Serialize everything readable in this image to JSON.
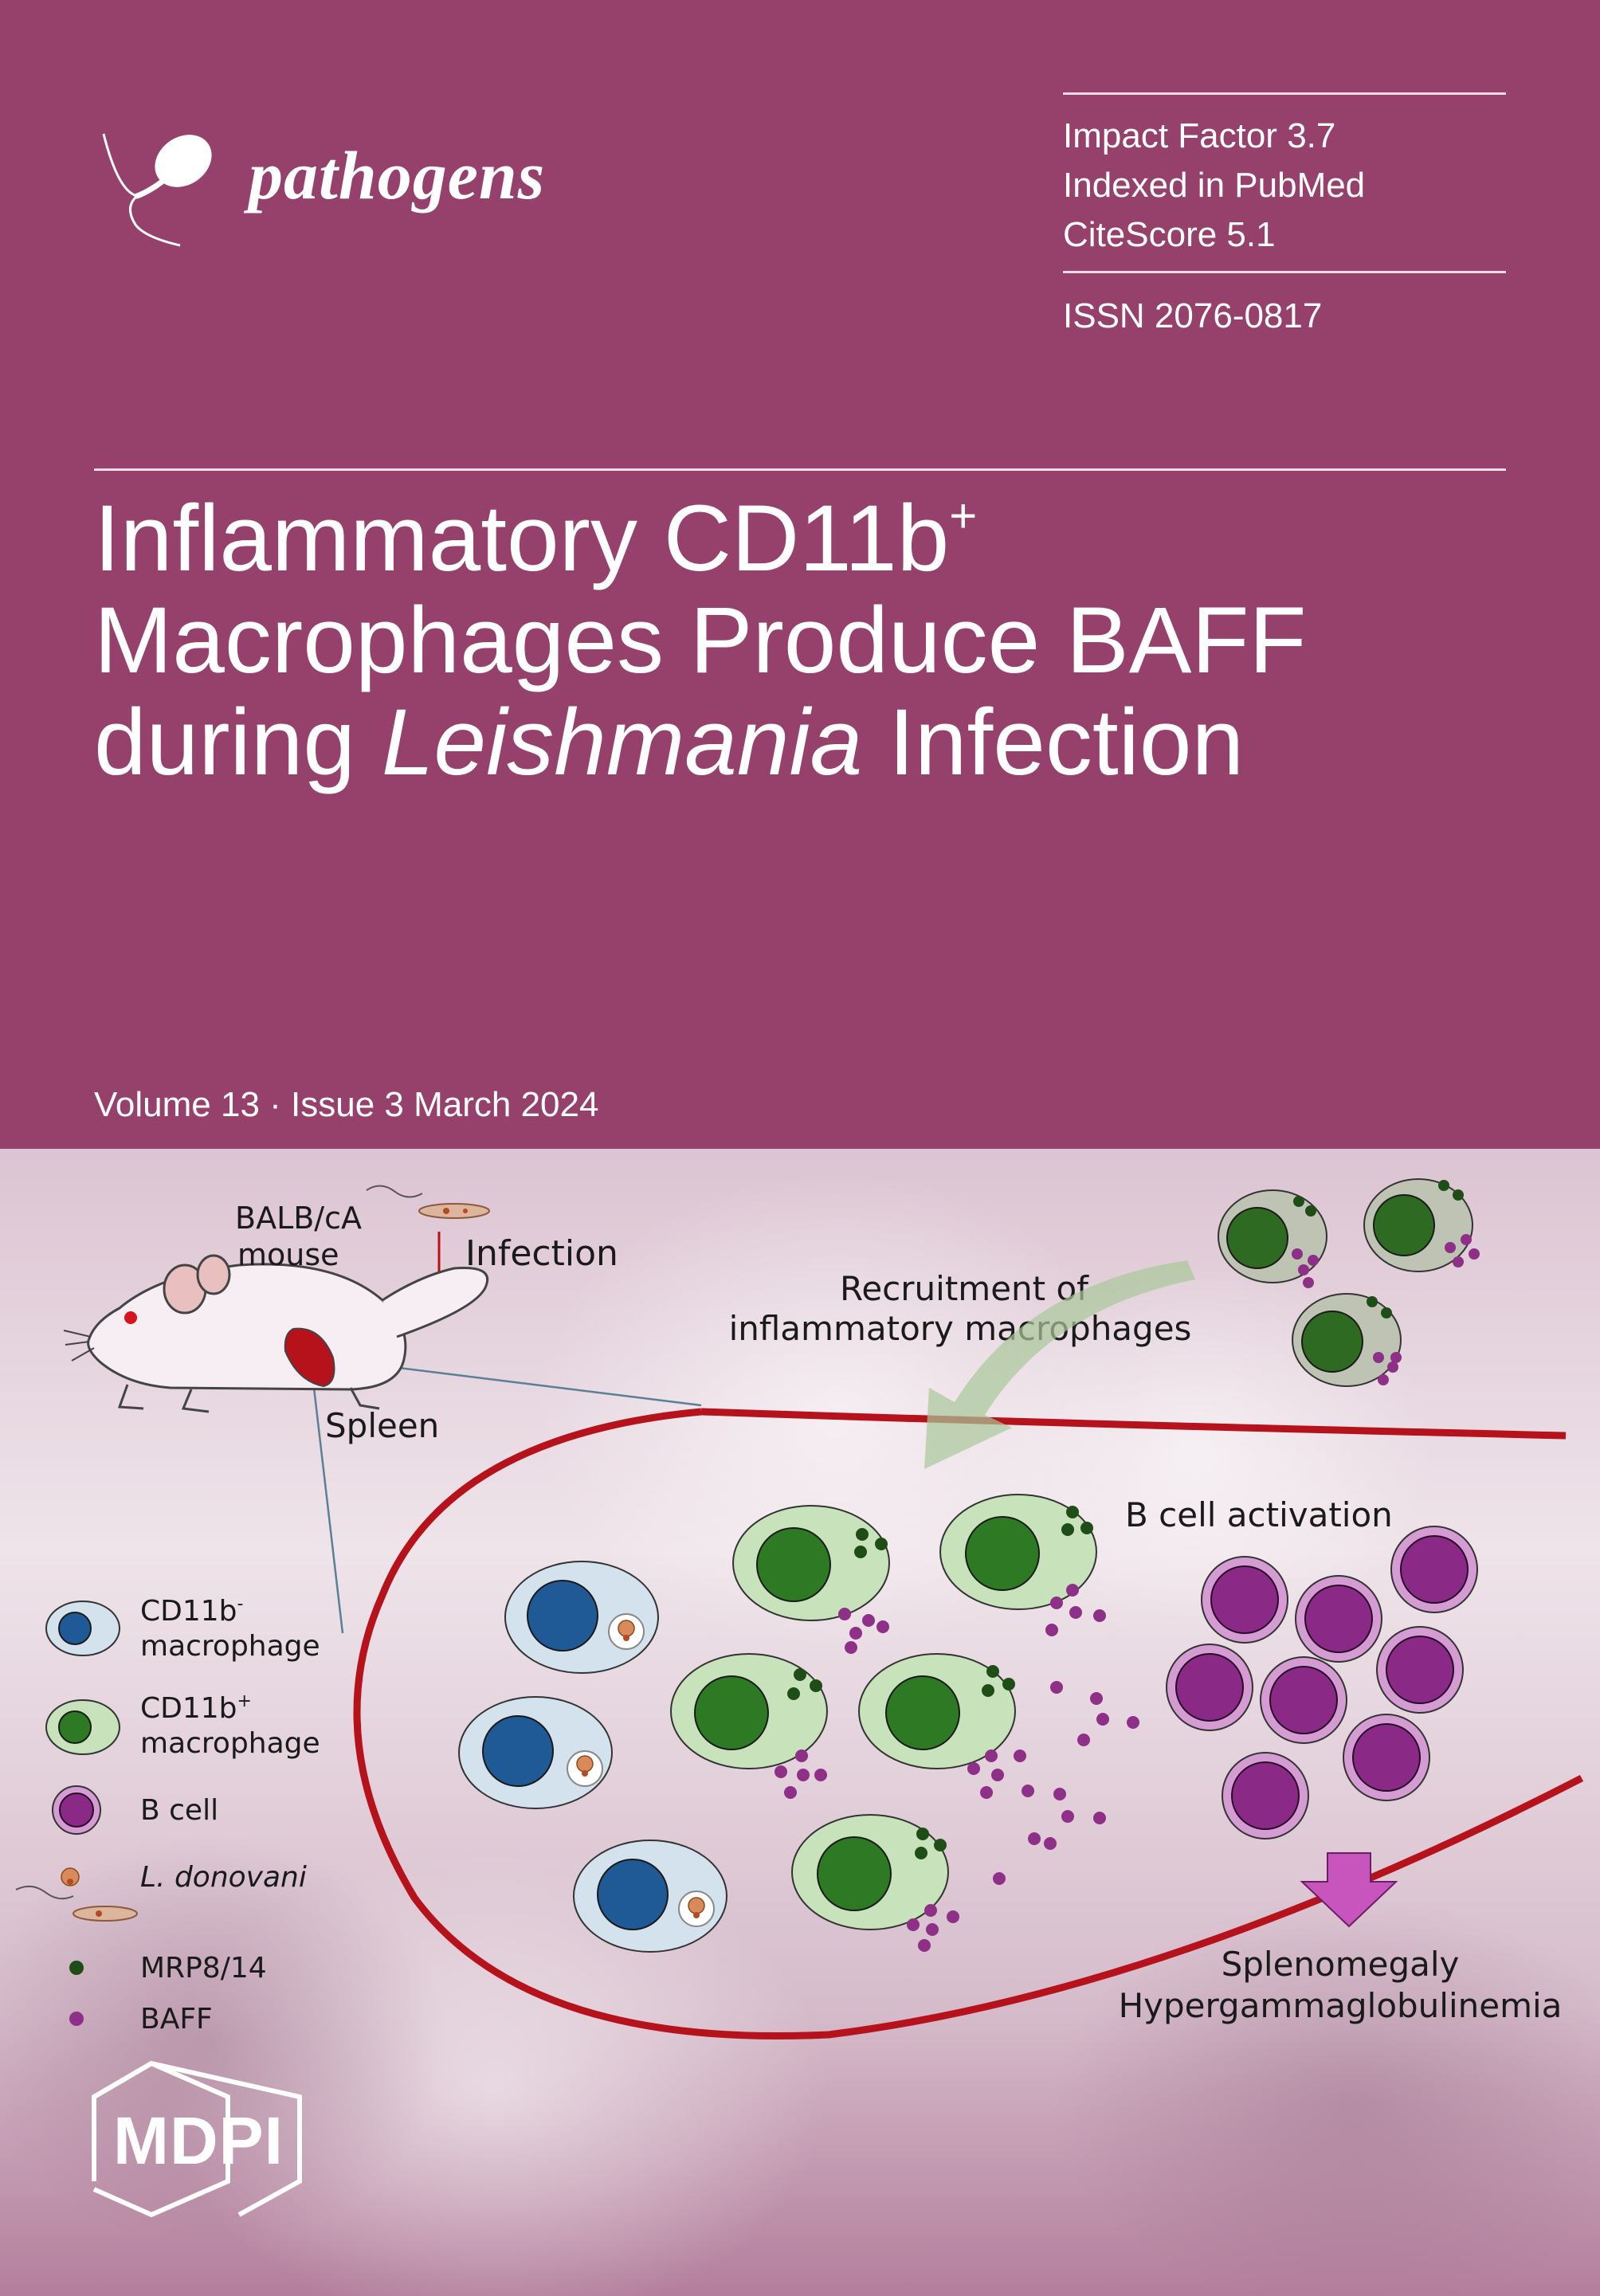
{
  "journal": {
    "name": "pathogens"
  },
  "metrics": {
    "impact_factor": "Impact Factor 3.7",
    "indexed": "Indexed in PubMed",
    "citescore": "CiteScore 5.1",
    "issn": "ISSN 2076-0817"
  },
  "article": {
    "title_line1_a": "Inflammatory CD11b",
    "title_line1_sup": "+",
    "title_line2": "Macrophages Produce BAFF",
    "title_line3_a": "during ",
    "title_line3_italic": "Leishmania",
    "title_line3_b": " Infection"
  },
  "issue": {
    "volume_text": "Volume 13 · Issue 3 March 2024"
  },
  "graphic": {
    "mouse_label_1": "BALB/cA",
    "mouse_label_2": "mouse",
    "infection": "Infection",
    "spleen": "Spleen",
    "recruitment_1": "Recruitment of",
    "recruitment_2": "inflammatory macrophages",
    "b_cell_activation": "B cell activation",
    "outcome_1": "Splenomegaly",
    "outcome_2": "Hypergammaglobulinemia",
    "legend": {
      "cd11b_neg_1": "CD11b",
      "cd11b_neg_sup": "-",
      "cd11b_neg_2": "macrophage",
      "cd11b_pos_1": "CD11b",
      "cd11b_pos_sup": "+",
      "cd11b_pos_2": "macrophage",
      "b_cell": "B cell",
      "l_donovani": "L. donovani",
      "mrp": "MRP8/14",
      "baff": "BAFF"
    },
    "colors": {
      "cover_purple": "#96416b",
      "spleen_red": "#b5121b",
      "macrophage_neg": "#1f5a96",
      "macrophage_pos": "#2e7a24",
      "b_cell": "#8a2a86",
      "baff_dot": "#8e2f88",
      "mrp_dot": "#1f4d18"
    }
  },
  "publisher": {
    "name": "MDPI"
  }
}
